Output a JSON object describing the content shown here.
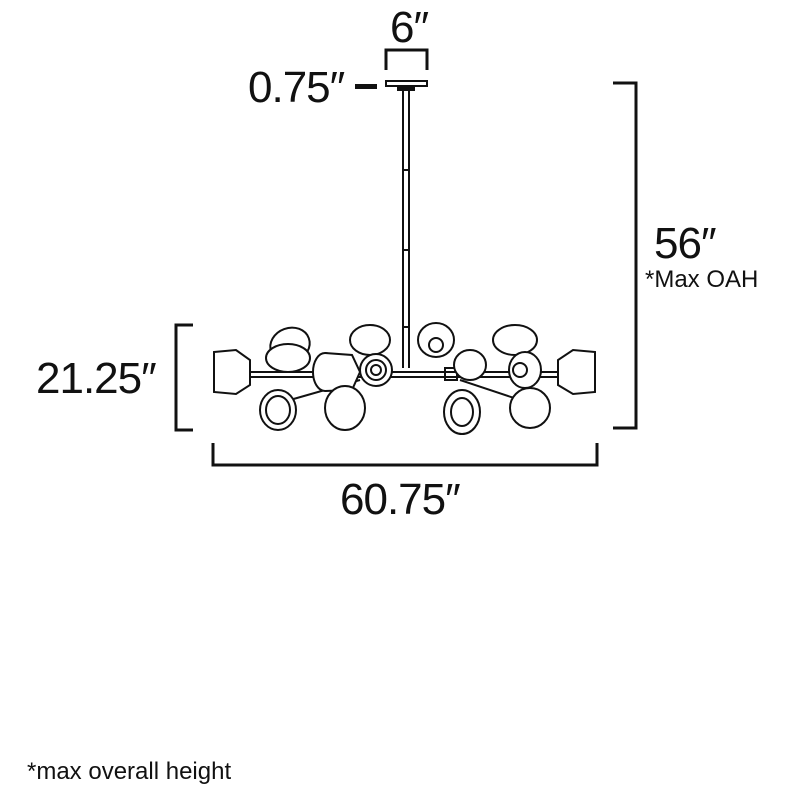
{
  "dimensions": {
    "canopy_width": "6″",
    "canopy_height": "0.75″",
    "overall_height": "56″",
    "overall_height_note": "*Max OAH",
    "fixture_height": "21.25″",
    "fixture_width": "60.75″"
  },
  "footnote": "*max overall height",
  "colors": {
    "line": "#111111",
    "background": "#ffffff"
  }
}
